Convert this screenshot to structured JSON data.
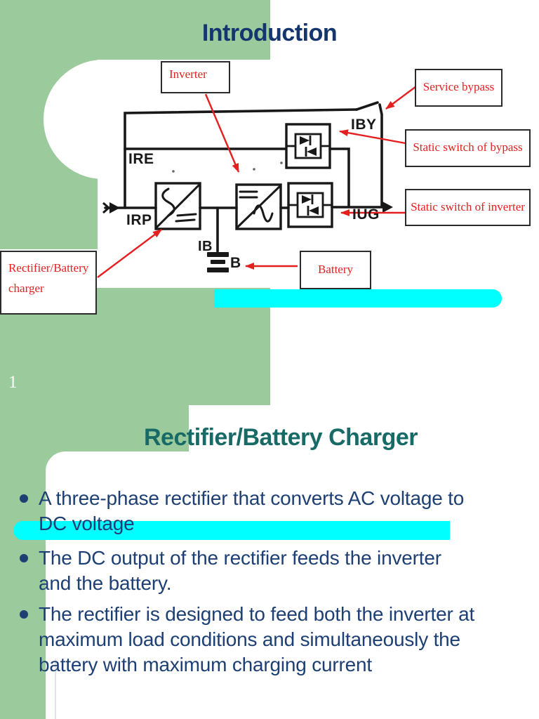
{
  "page": {
    "page_number": "1"
  },
  "colors": {
    "template_green": "#9bcb9c",
    "title1_navy": "#14356e",
    "title2_teal": "#186a66",
    "bullet_navy": "#1d3f74",
    "highlight_cyan": "#00ffff",
    "callout_red": "#e51f1f",
    "diagram_black": "#181818"
  },
  "slide1": {
    "title": "Introduction",
    "callouts": {
      "inverter": "Inverter",
      "service_bypass": "Service bypass",
      "static_switch_bypass": "Static switch of bypass",
      "static_switch_inverter": "Static switch of inverter",
      "battery": "Battery",
      "charger_line1": "Rectifier/Battery",
      "charger_line2": "charger"
    },
    "diagram_labels": {
      "ire": "IRE",
      "irp": "IRP",
      "iby": "IBY",
      "iug": "IUG",
      "ib": "IB",
      "b": "B"
    }
  },
  "slide2": {
    "title": "Rectifier/Battery Charger",
    "bullets": [
      {
        "lines": [
          "A three-phase rectifier that converts AC voltage to",
          "DC voltage"
        ]
      },
      {
        "lines": [
          "The DC output of the rectifier feeds the inverter",
          "and the battery."
        ]
      },
      {
        "lines": [
          "The rectifier is designed to feed both the inverter at",
          "maximum load conditions and simultaneously the",
          "battery with maximum charging current"
        ]
      }
    ]
  }
}
